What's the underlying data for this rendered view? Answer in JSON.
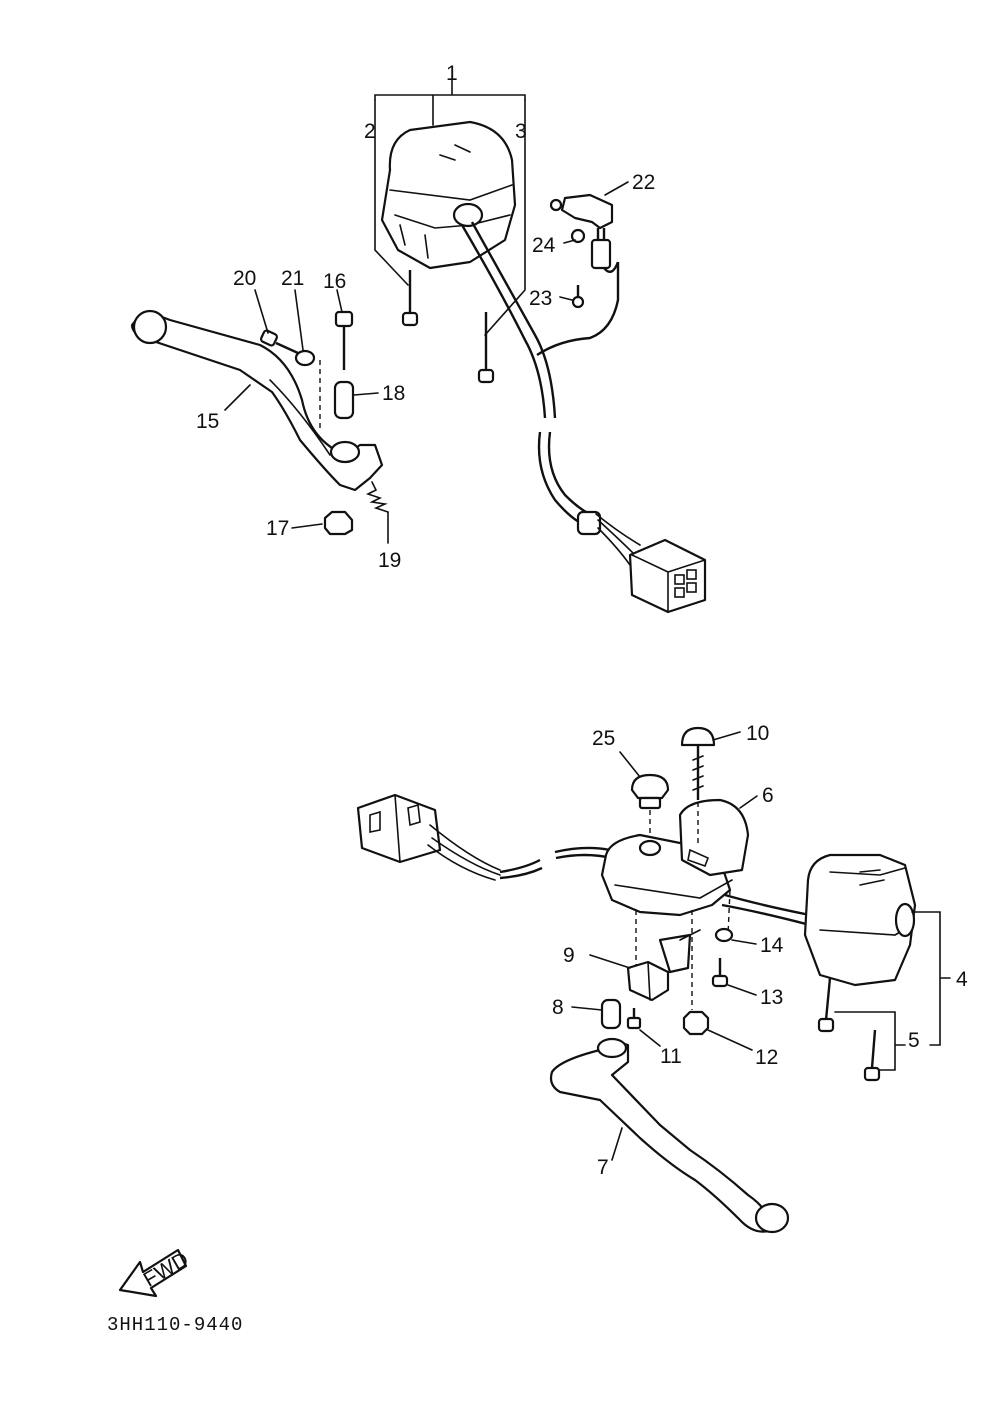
{
  "callouts": [
    {
      "id": "c1",
      "text": "1"
    },
    {
      "id": "c2",
      "text": "2"
    },
    {
      "id": "c3",
      "text": "3"
    },
    {
      "id": "c4",
      "text": "4"
    },
    {
      "id": "c5",
      "text": "5"
    },
    {
      "id": "c6",
      "text": "6"
    },
    {
      "id": "c7",
      "text": "7"
    },
    {
      "id": "c8",
      "text": "8"
    },
    {
      "id": "c9",
      "text": "9"
    },
    {
      "id": "c10",
      "text": "10"
    },
    {
      "id": "c11",
      "text": "11"
    },
    {
      "id": "c12",
      "text": "12"
    },
    {
      "id": "c13",
      "text": "13"
    },
    {
      "id": "c14",
      "text": "14"
    },
    {
      "id": "c15",
      "text": "15"
    },
    {
      "id": "c16",
      "text": "16"
    },
    {
      "id": "c17",
      "text": "17"
    },
    {
      "id": "c18",
      "text": "18"
    },
    {
      "id": "c19",
      "text": "19"
    },
    {
      "id": "c20",
      "text": "20"
    },
    {
      "id": "c21",
      "text": "21"
    },
    {
      "id": "c22",
      "text": "22"
    },
    {
      "id": "c23",
      "text": "23"
    },
    {
      "id": "c24",
      "text": "24"
    },
    {
      "id": "c25",
      "text": "25"
    }
  ],
  "fwd_label": "FWD",
  "diagram_code": "3HH110-9440"
}
